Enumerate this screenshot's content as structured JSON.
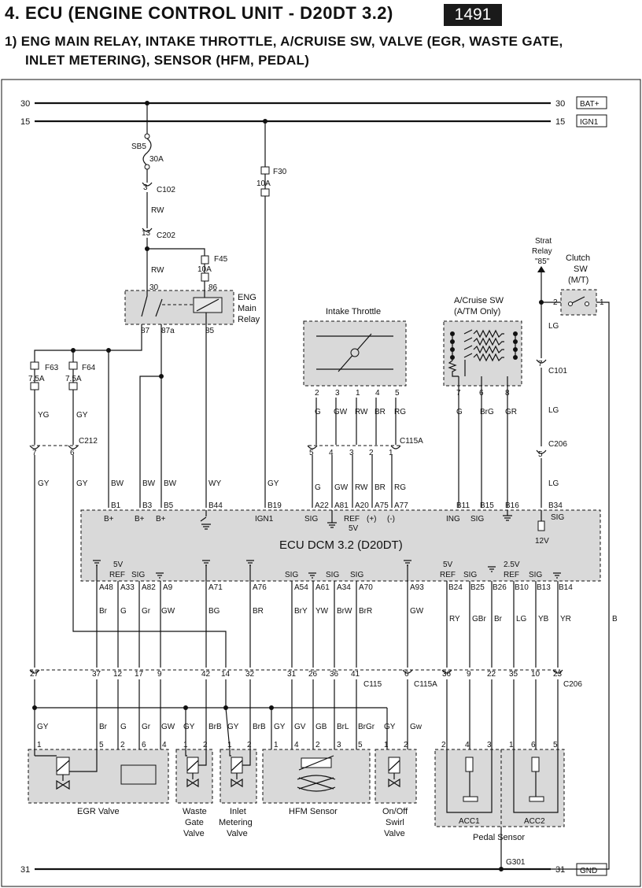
{
  "header": {
    "title": "4. ECU (ENGINE CONTROL UNIT - D20DT 3.2)",
    "page_number": "1491",
    "subtitle_line1": "1) ENG MAIN RELAY, INTAKE THROTTLE, A/CRUISE SW, VALVE (EGR, WASTE GATE,",
    "subtitle_line2": "INLET METERING), SENSOR (HFM, PEDAL)"
  },
  "rails": {
    "bat_num": "30",
    "bat_tag": "BAT+",
    "ign_num": "15",
    "ign_tag": "IGN1",
    "gnd_num": "31",
    "gnd_tag": "GND",
    "gnd_point": "G301"
  },
  "fuses": {
    "sb5": "SB5",
    "sb5_amp": "30A",
    "f30": "F30",
    "f30_amp": "10A",
    "f45": "F45",
    "f45_amp": "10A",
    "f63": "F63",
    "f63_amp": "7.5A",
    "f64": "F64",
    "f64_amp": "7.5A"
  },
  "connectors": {
    "c102": "C102",
    "c102_pin": "3",
    "c202": "C202",
    "c202_pin": "13",
    "c212": "C212",
    "c212_pins": [
      "7",
      "6"
    ],
    "c115a_upper": "C115A",
    "c115a_upper_pins": [
      "5",
      "4",
      "3",
      "2",
      "1"
    ],
    "c101": "C101",
    "c101_pin": "7",
    "c206_upper": "C206",
    "c206_upper_pin": "5",
    "c115": "C115",
    "c115_pins": [
      "27",
      "37",
      "12",
      "17",
      "9",
      "42",
      "14",
      "32",
      "31",
      "26",
      "36",
      "41"
    ],
    "c115a_lower": "C115A",
    "c115a_lower_pin": "6",
    "c206_lower": "C206",
    "c206_lower_pins": [
      "36",
      "9",
      "22",
      "35",
      "10",
      "23"
    ]
  },
  "relay": {
    "name_line1": "ENG",
    "name_line2": "Main",
    "name_line3": "Relay",
    "pin30": "30",
    "pin86": "86",
    "pin87": "87",
    "pin87a": "87a",
    "pin85": "85"
  },
  "intake_throttle": {
    "label": "Intake Throttle",
    "pins": [
      "2",
      "3",
      "1",
      "4",
      "5"
    ]
  },
  "cruise_sw": {
    "label_line1": "A/Cruise SW",
    "label_line2": "(A/TM Only)",
    "pins": [
      "7",
      "6",
      "8"
    ]
  },
  "clutch_sw": {
    "label_line1": "Clutch",
    "label_line2": "SW",
    "label_line3": "(M/T)",
    "pins": [
      "2",
      "1"
    ],
    "start_relay_line1": "Strat",
    "start_relay_line2": "Relay",
    "start_relay_line3": "\"85\""
  },
  "wires": {
    "rw_upper": "RW",
    "rw_lower": "RW",
    "yg": "YG",
    "gy_f64": "GY",
    "gy_left": "GY",
    "gy_left2": "GY",
    "bw1": "BW",
    "bw2": "BW",
    "bw3": "BW",
    "wy": "WY",
    "gy_ign": "GY",
    "throttle_upper": [
      "G",
      "GW",
      "RW",
      "BR",
      "RG"
    ],
    "throttle_lower": [
      "G",
      "GW",
      "RW",
      "BR",
      "RG"
    ],
    "cruise": [
      "G",
      "BrG",
      "GR"
    ],
    "lg1": "LG",
    "lg2": "LG",
    "lg3": "LG",
    "lower_mid": [
      "Br",
      "G",
      "Gr",
      "GW",
      "BG",
      "BR",
      "BrY",
      "YW",
      "BrW",
      "BrR",
      "GW"
    ],
    "lower_right": [
      "RY",
      "GBr",
      "Br",
      "LG",
      "YB",
      "YR"
    ],
    "b_clutch": "B"
  },
  "ecu": {
    "title": "ECU DCM 3.2 (D20DT)",
    "top_pins": [
      "B1",
      "B3",
      "B5",
      "B44",
      "B19",
      "A22",
      "A81",
      "A20",
      "A75",
      "A77",
      "B11",
      "B15",
      "B16",
      "B34"
    ],
    "top_funcs": {
      "bplus1": "B+",
      "bplus2": "B+",
      "bplus3": "B+",
      "ign1": "IGN1",
      "sig1": "SIG",
      "ref": "REF",
      "plus": "(+)",
      "minus": "(-)",
      "ing": "ING",
      "sig2": "SIG",
      "sig3": "SIG",
      "five_v": "5V",
      "twelve_v": "12V"
    },
    "bottom_pins": [
      "A48",
      "A33",
      "A82",
      "A9",
      "A71",
      "A76",
      "A54",
      "A61",
      "A34",
      "A70",
      "A93",
      "B24",
      "B25",
      "B26",
      "B10",
      "B13",
      "B14"
    ],
    "bottom_funcs": {
      "v5a": "5V",
      "ref1": "REF",
      "sig1": "SIG",
      "sig2": "SIG",
      "sig3": "SIG",
      "sig4": "SIG",
      "v5b": "5V",
      "ref2": "REF",
      "sig5": "SIG",
      "v25": "2.5V",
      "ref3": "REF",
      "sig6": "SIG"
    }
  },
  "components": {
    "egr": {
      "label": "EGR Valve",
      "pins": [
        "1",
        "5",
        "2",
        "6",
        "4"
      ],
      "wires": [
        "GY",
        "Br",
        "G",
        "Gr",
        "GW"
      ]
    },
    "waste_gate": {
      "label_line1": "Waste",
      "label_line2": "Gate",
      "label_line3": "Valve",
      "pins": [
        "1",
        "2"
      ],
      "wires": [
        "GY",
        "BrB"
      ]
    },
    "inlet_metering": {
      "label_line1": "Inlet",
      "label_line2": "Metering",
      "label_line3": "Valve",
      "pins": [
        "1",
        "2"
      ],
      "wires": [
        "GY",
        "BrB"
      ]
    },
    "hfm": {
      "label": "HFM Sensor",
      "pins": [
        "1",
        "4",
        "2",
        "3",
        "5"
      ],
      "wires": [
        "GY",
        "GV",
        "GB",
        "BrL",
        "BrGr"
      ]
    },
    "swirl": {
      "label_line1": "On/Off",
      "label_line2": "Swirl",
      "label_line3": "Valve",
      "pins": [
        "1",
        "2"
      ],
      "wires": [
        "GY",
        "Gw"
      ]
    },
    "pedal": {
      "label": "Pedal Sensor",
      "acc1": "ACC1",
      "acc2": "ACC2",
      "pins": [
        "2",
        "4",
        "3",
        "1",
        "6",
        "5"
      ]
    }
  }
}
